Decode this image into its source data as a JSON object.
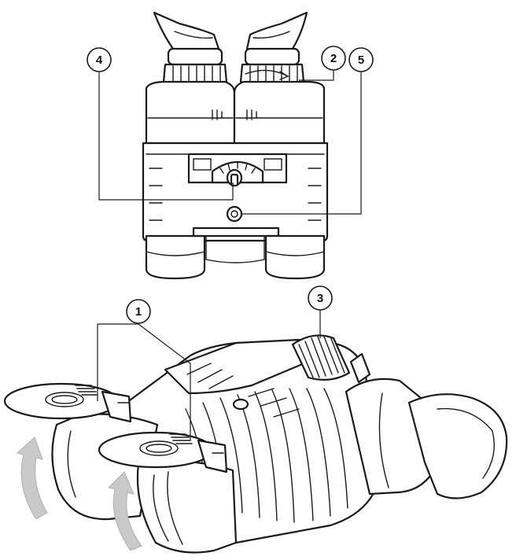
{
  "callouts": [
    {
      "id": "1",
      "label": "1"
    },
    {
      "id": "2",
      "label": "2"
    },
    {
      "id": "3",
      "label": "3"
    },
    {
      "id": "4",
      "label": "4"
    },
    {
      "id": "5",
      "label": "5"
    }
  ],
  "colors": {
    "ink": "#1a1a1a",
    "arrow_fill": "#c9c9c9",
    "background": "#ffffff"
  }
}
